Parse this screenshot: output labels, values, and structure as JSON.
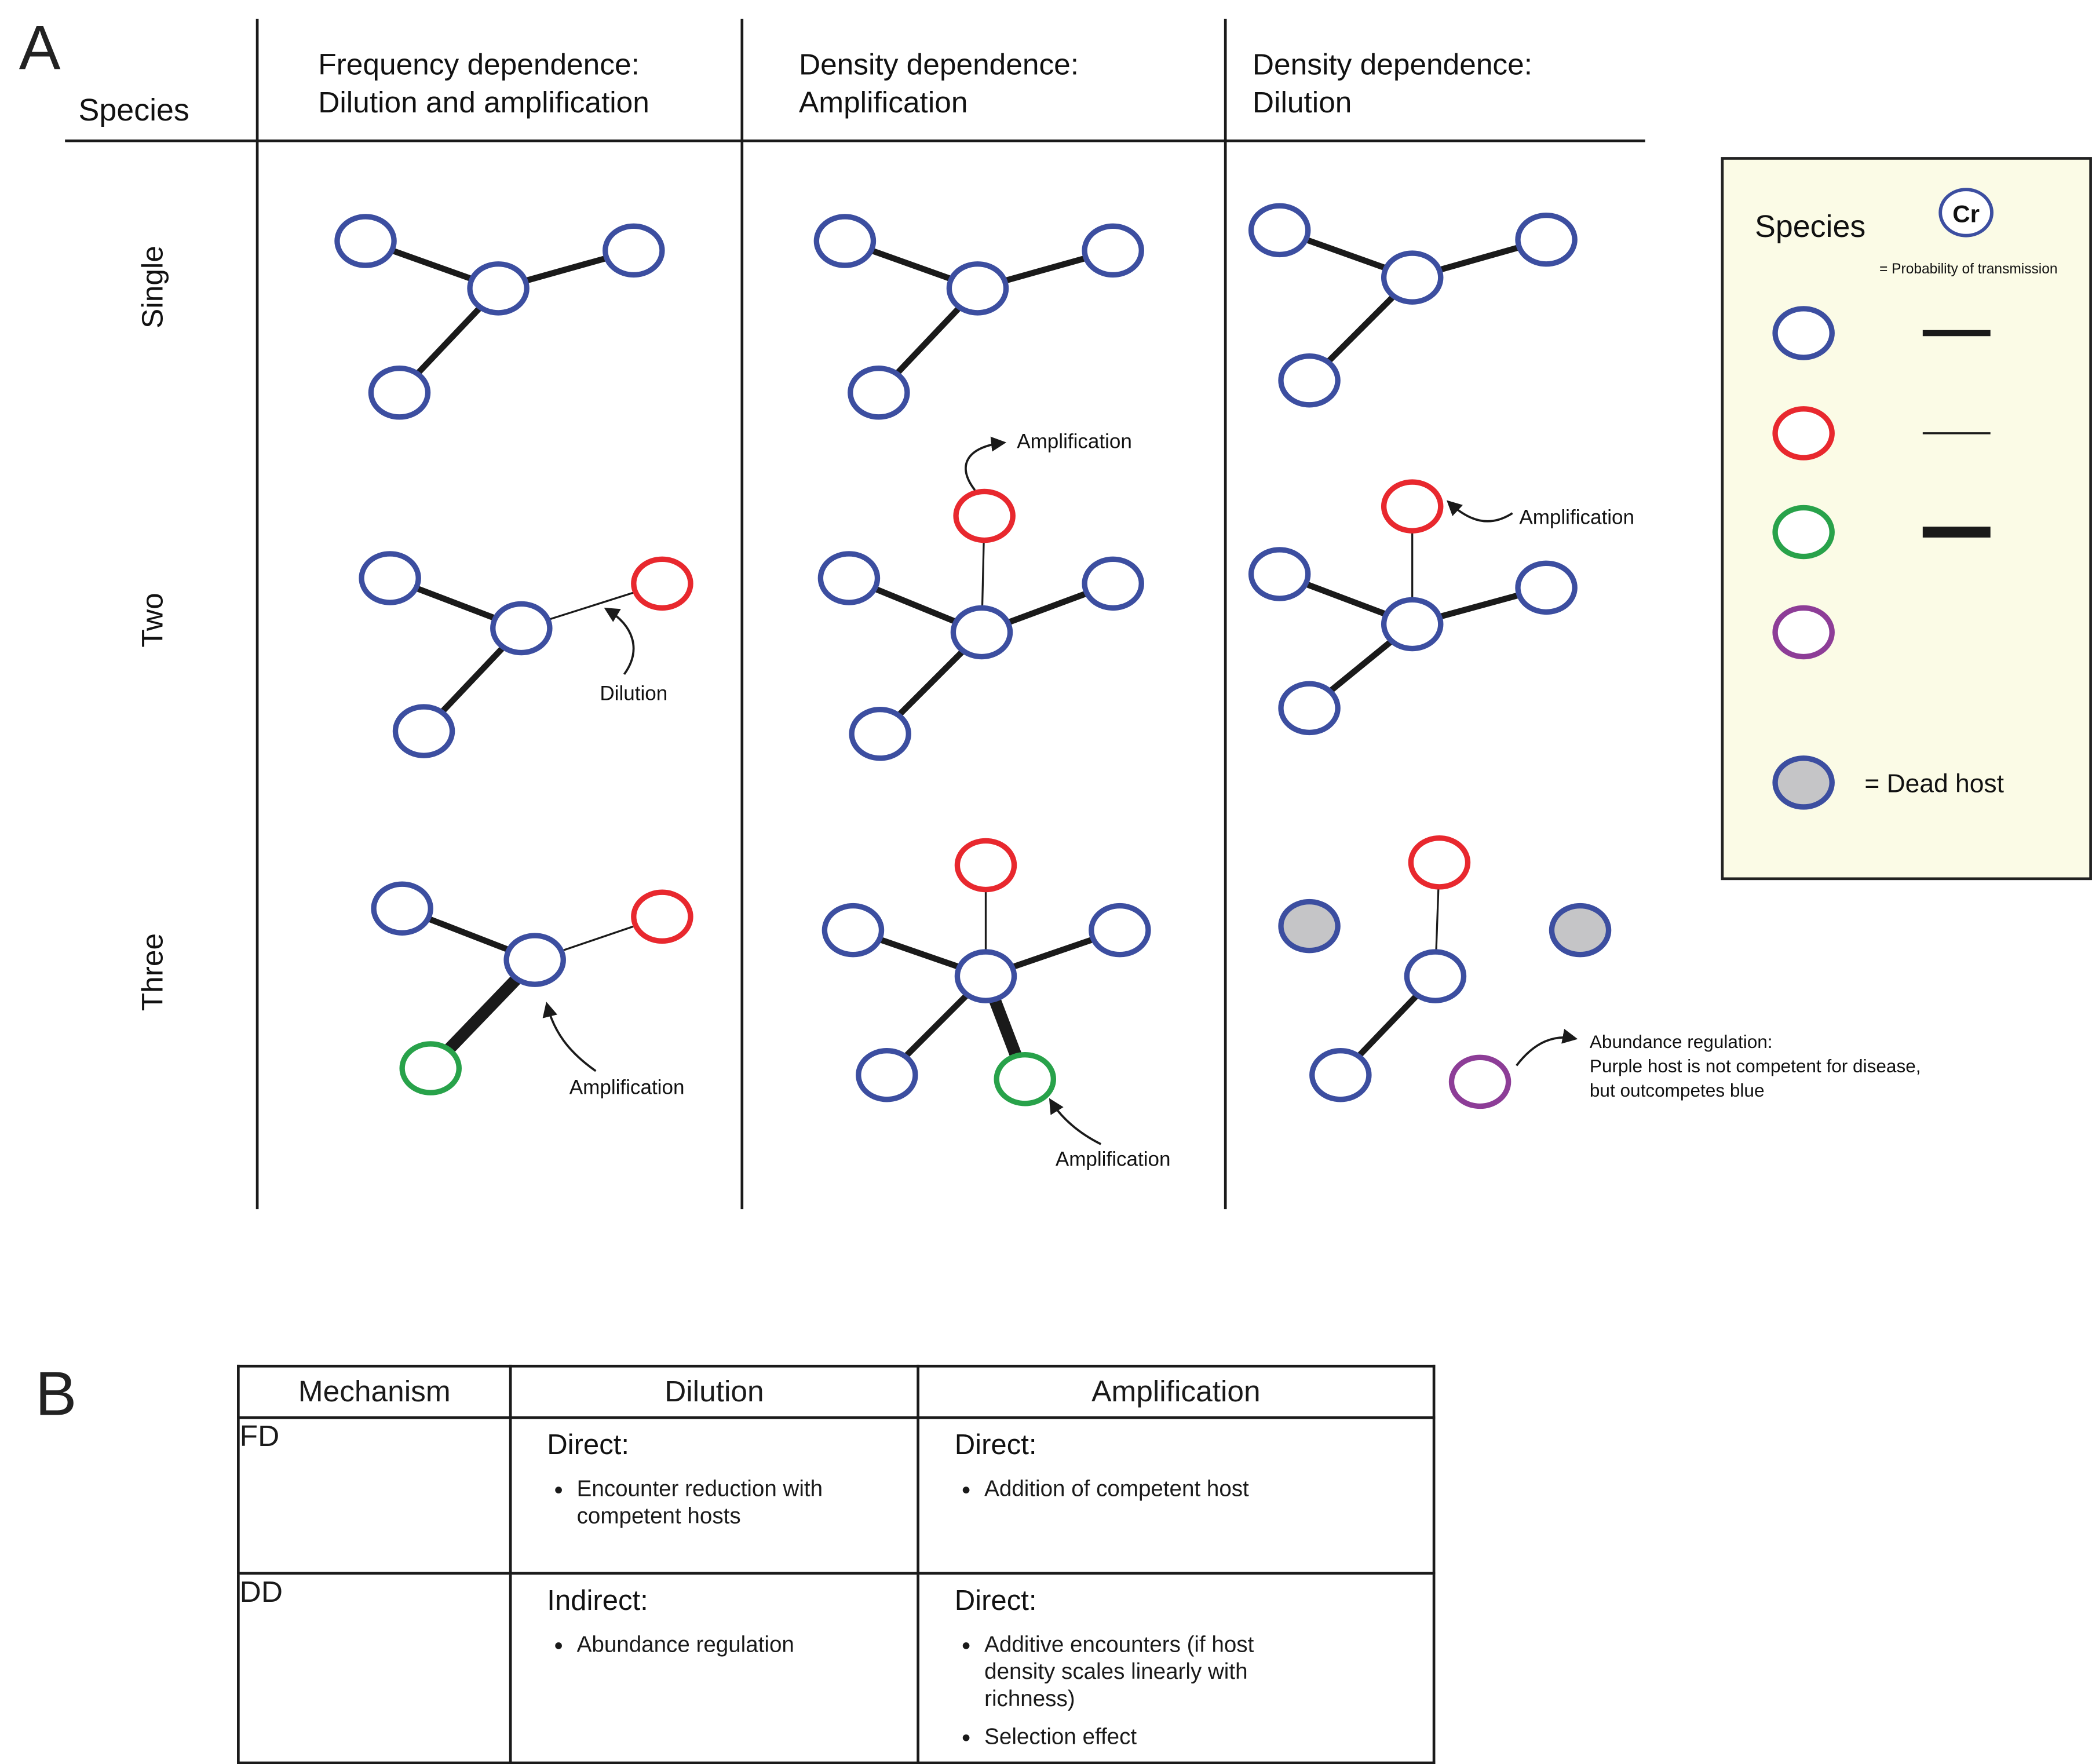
{
  "panel_a": {
    "label": "A",
    "species_header": "Species",
    "row_labels": [
      "Single",
      "Two",
      "Three"
    ],
    "column_headers": [
      {
        "line1": "Frequency dependence:",
        "line2": "Dilution and amplification"
      },
      {
        "line1": "Density dependence:",
        "line2": "Amplification"
      },
      {
        "line1": "Density dependence:",
        "line2": "Dilution"
      }
    ],
    "annotations": {
      "fd_two": "Dilution",
      "dd_amp_two": "Amplification",
      "dd_dil_two": "Amplification",
      "fd_three": "Amplification",
      "dd_amp_three": "Amplification",
      "dd_dil_three": [
        "Abundance regulation:",
        "Purple host is not competent for disease,",
        "but outcompetes blue"
      ]
    }
  },
  "legend": {
    "title": "Species",
    "transmission_symbol": "Cr",
    "transmission_caption": "= Probability of transmission",
    "dead_host_caption": "= Dead host"
  },
  "colors": {
    "blue": "#3c4ea0",
    "red": "#e8282e",
    "green": "#28a24a",
    "purple": "#8d3d97",
    "dead_gray": "#c5c5c7",
    "legend_bg": "#fbfbe6",
    "line": "#1a1a1a"
  },
  "panel_b": {
    "label": "B",
    "table": {
      "headers": [
        "Mechanism",
        "Dilution",
        "Amplification"
      ],
      "rows": [
        {
          "mechanism": "FD",
          "dilution": {
            "heading": "Direct:",
            "bullets": [
              "Encounter reduction with competent hosts"
            ]
          },
          "amplification": {
            "heading": "Direct:",
            "bullets": [
              "Addition of competent host"
            ]
          }
        },
        {
          "mechanism": "DD",
          "dilution": {
            "heading": "Indirect:",
            "bullets": [
              "Abundance regulation"
            ]
          },
          "amplification": {
            "heading": "Direct:",
            "bullets": [
              "Additive encounters (if host density scales linearly with richness)",
              "Selection effect"
            ]
          }
        }
      ]
    }
  }
}
